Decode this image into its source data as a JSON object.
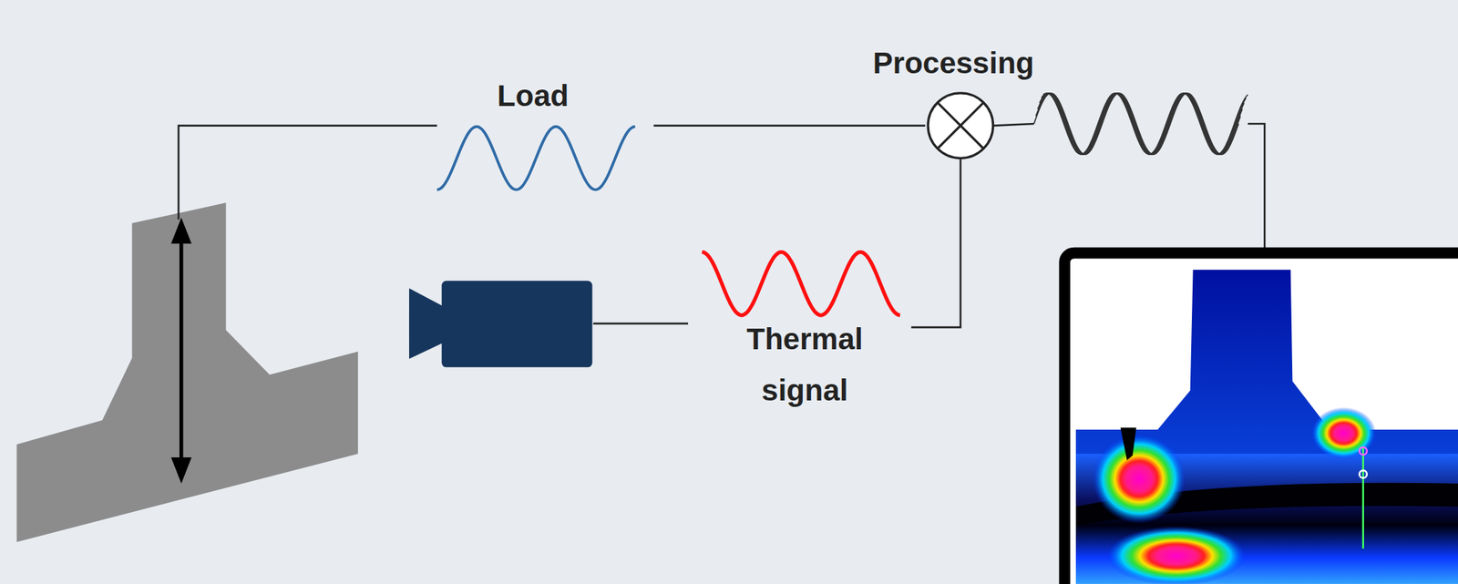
{
  "diagram": {
    "labels": [
      "Load",
      "Processing",
      "Thermal signal"
    ]
  }
}
